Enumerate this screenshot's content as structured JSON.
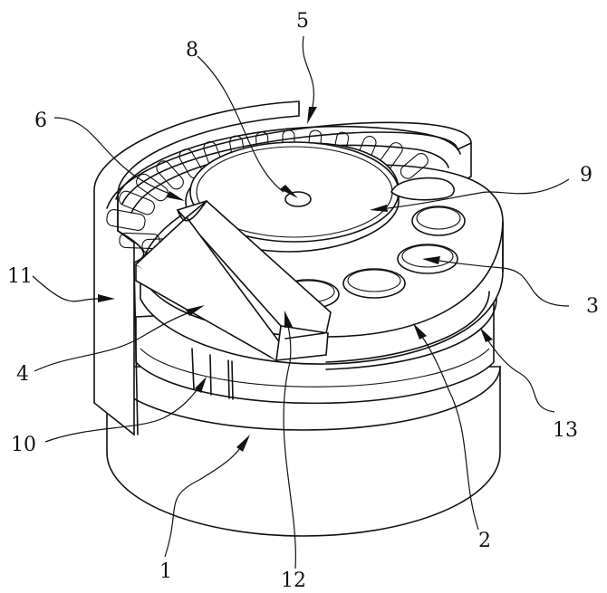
{
  "callouts": {
    "c1": "1",
    "c2": "2",
    "c3": "3",
    "c4": "4",
    "c5": "5",
    "c6": "6",
    "c8": "8",
    "c9": "9",
    "c10": "10",
    "c11": "11",
    "c12": "12",
    "c13": "13"
  }
}
